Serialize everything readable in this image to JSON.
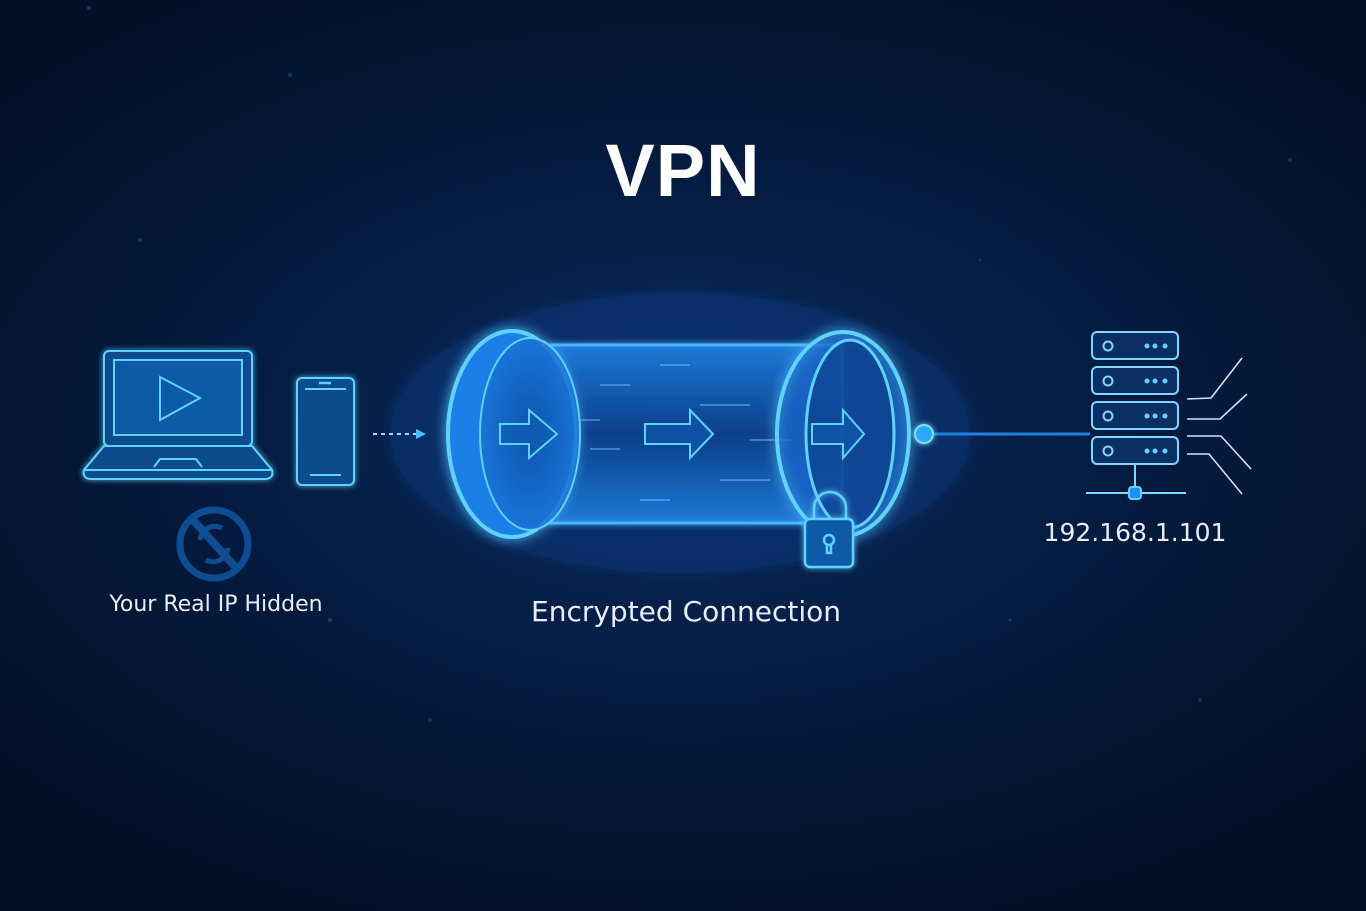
{
  "title": "VPN",
  "client": {
    "devices": [
      "laptop",
      "smartphone"
    ],
    "hidden_icon": "no-ip-icon",
    "label": "Your Real IP Hidden"
  },
  "tunnel": {
    "label": "Encrypted Connection",
    "lock_icon": "padlock-icon",
    "arrow_icon": "right-arrow-icon"
  },
  "server": {
    "icon": "server-rack-icon",
    "ip": "192.168.1.101"
  },
  "colors": {
    "background": "#031634",
    "accent": "#2aa8ff",
    "glow": "#1e90ff",
    "outline": "#5fd3ff",
    "text": "#ffffff"
  }
}
